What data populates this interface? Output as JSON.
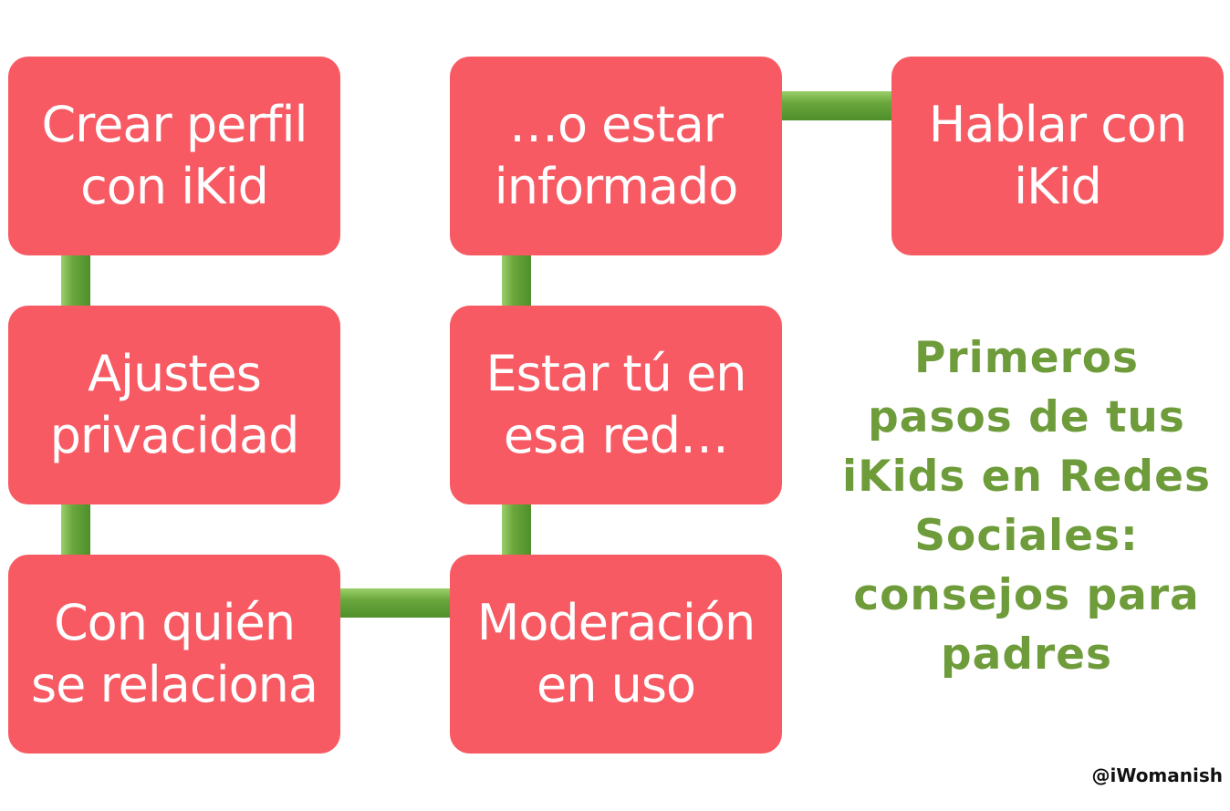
{
  "diagram": {
    "steps": [
      {
        "id": "crear-perfil",
        "label": "Crear perfil\ncon iKid"
      },
      {
        "id": "ajustes-privacidad",
        "label": "Ajustes\nprivacidad"
      },
      {
        "id": "con-quien",
        "label": "Con quién\nse relaciona"
      },
      {
        "id": "moderacion",
        "label": "Moderación\nen uso"
      },
      {
        "id": "estar-tu",
        "label": "Estar tú en\nesa red…"
      },
      {
        "id": "estar-informado",
        "label": "…o estar\ninformado"
      },
      {
        "id": "hablar",
        "label": "Hablar con\niKid"
      }
    ],
    "box_color": "#f75a63",
    "connector_color": "#6aa63c"
  },
  "title": "Primeros\npasos de tus\niKids en Redes\nSociales:\nconsejos para\npadres",
  "title_color": "#6e9c3a",
  "credit": "@iWomanish"
}
